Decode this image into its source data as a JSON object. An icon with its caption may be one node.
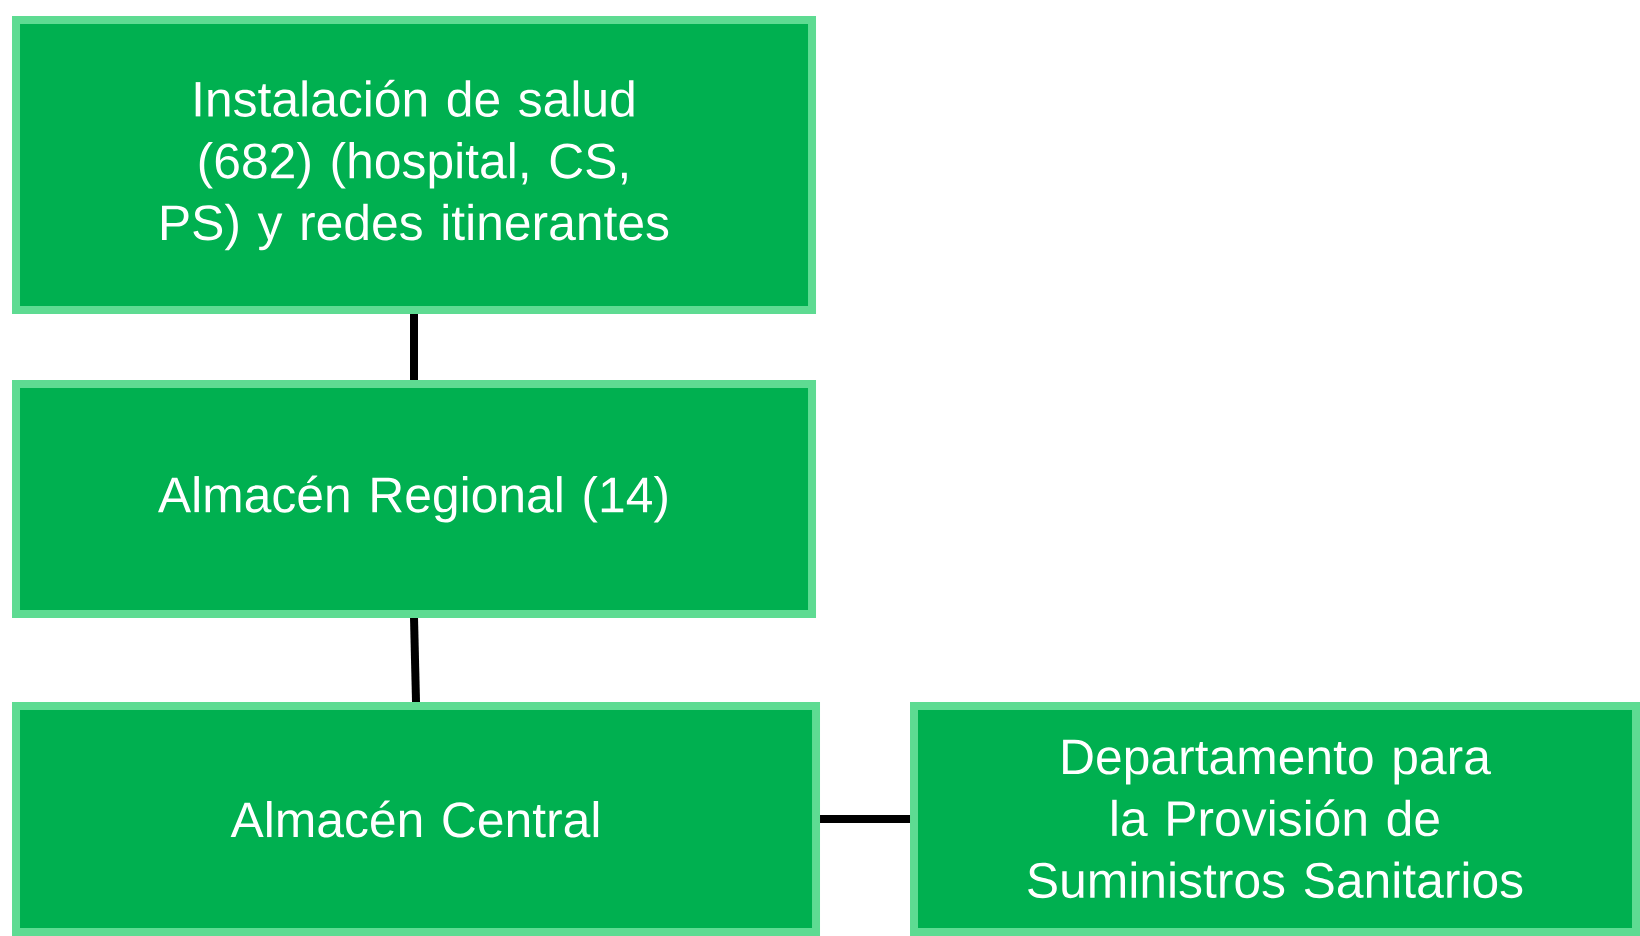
{
  "diagram": {
    "nodes": [
      {
        "text": [
          "Instalación de salud (682) (hospital, CS, PS) y redes itinerantes"
        ]
      },
      {
        "text": [
          "Almacén Regional (14)"
        ]
      },
      {
        "text": [
          "Almacén Central"
        ]
      },
      {
        "text": [
          "Departamento para la Provisión de Suministros Sanitarios"
        ]
      }
    ],
    "edges": [
      {
        "from": 0,
        "to": 1,
        "arrow": "none"
      },
      {
        "from": 1,
        "to": 2,
        "arrow": "none"
      },
      {
        "from": 2,
        "to": 3,
        "arrow": "none"
      }
    ]
  }
}
